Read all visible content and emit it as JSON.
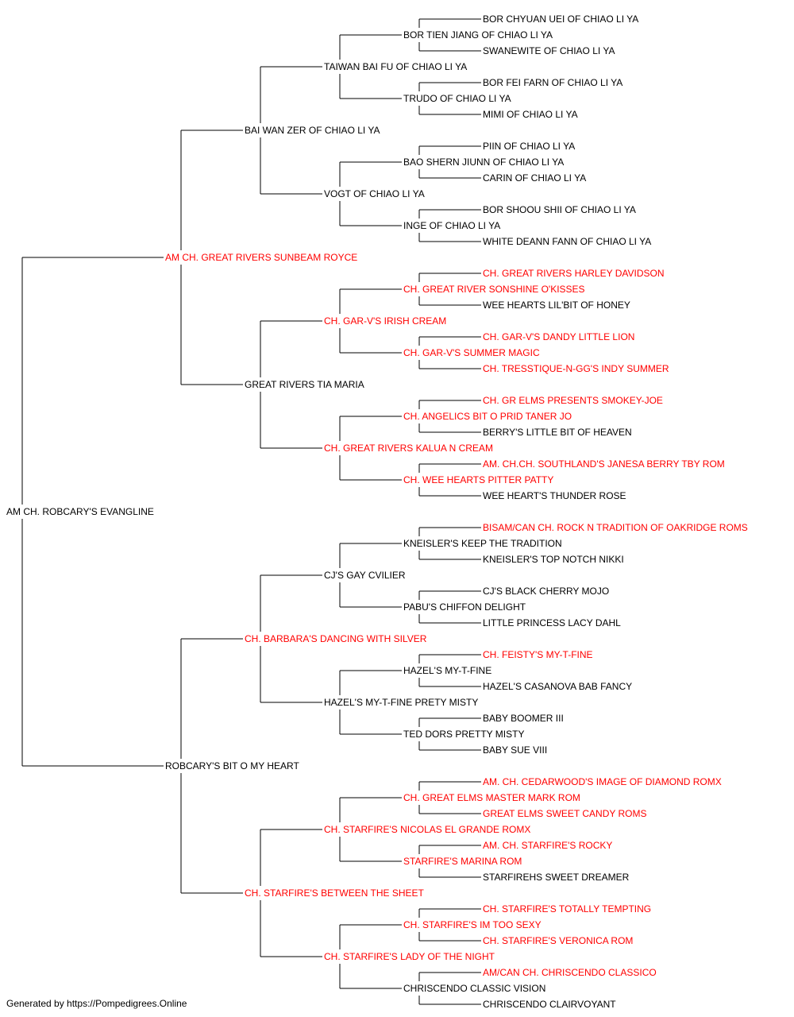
{
  "colors": {
    "champion": "#ff0000",
    "normal": "#000000",
    "line": "#000000"
  },
  "pedigree": [
    {
      "id": 1,
      "name": "AM CH. ROBCARY'S EVANGLINE",
      "champion": false
    },
    {
      "id": 2,
      "name": "AM CH. GREAT RIVERS SUNBEAM ROYCE",
      "champion": true
    },
    {
      "id": 3,
      "name": "ROBCARY'S BIT O MY HEART",
      "champion": false
    },
    {
      "id": 4,
      "name": "BAI WAN ZER OF CHIAO LI YA",
      "champion": false
    },
    {
      "id": 5,
      "name": "GREAT RIVERS TIA MARIA",
      "champion": false
    },
    {
      "id": 6,
      "name": "CH. BARBARA'S DANCING WITH SILVER",
      "champion": true
    },
    {
      "id": 7,
      "name": "CH. STARFIRE'S BETWEEN THE SHEET",
      "champion": true
    },
    {
      "id": 8,
      "name": "TAIWAN BAI FU OF CHIAO LI YA",
      "champion": false
    },
    {
      "id": 9,
      "name": "VOGT OF CHIAO LI YA",
      "champion": false
    },
    {
      "id": 10,
      "name": "CH. GAR-V'S IRISH CREAM",
      "champion": true
    },
    {
      "id": 11,
      "name": "CH. GREAT RIVERS KALUA N CREAM",
      "champion": true
    },
    {
      "id": 12,
      "name": "CJ'S GAY CVILIER",
      "champion": false
    },
    {
      "id": 13,
      "name": "HAZEL'S MY-T-FINE PRETY MISTY",
      "champion": false
    },
    {
      "id": 14,
      "name": "CH. STARFIRE'S NICOLAS EL GRANDE ROMX",
      "champion": true
    },
    {
      "id": 15,
      "name": "CH. STARFIRE'S LADY OF THE NIGHT",
      "champion": true
    },
    {
      "id": 16,
      "name": "BOR TIEN JIANG OF CHIAO LI YA",
      "champion": false
    },
    {
      "id": 17,
      "name": "TRUDO OF CHIAO LI YA",
      "champion": false
    },
    {
      "id": 18,
      "name": "BAO SHERN JIUNN OF CHIAO LI YA",
      "champion": false
    },
    {
      "id": 19,
      "name": "INGE OF CHIAO LI YA",
      "champion": false
    },
    {
      "id": 20,
      "name": "CH. GREAT RIVER SONSHINE O'KISSES",
      "champion": true
    },
    {
      "id": 21,
      "name": "CH. GAR-V'S SUMMER MAGIC",
      "champion": true
    },
    {
      "id": 22,
      "name": "CH. ANGELICS BIT O PRID TANER JO",
      "champion": true
    },
    {
      "id": 23,
      "name": "CH. WEE HEARTS PITTER PATTY",
      "champion": true
    },
    {
      "id": 24,
      "name": "KNEISLER'S KEEP THE TRADITION",
      "champion": false
    },
    {
      "id": 25,
      "name": "PABU'S CHIFFON DELIGHT",
      "champion": false
    },
    {
      "id": 26,
      "name": "HAZEL'S MY-T-FINE",
      "champion": false
    },
    {
      "id": 27,
      "name": "TED DORS PRETTY MISTY",
      "champion": false
    },
    {
      "id": 28,
      "name": "CH. GREAT ELMS MASTER MARK ROM",
      "champion": true
    },
    {
      "id": 29,
      "name": "STARFIRE'S MARINA ROM",
      "champion": true
    },
    {
      "id": 30,
      "name": "CH. STARFIRE'S IM TOO SEXY",
      "champion": true
    },
    {
      "id": 31,
      "name": "CHRISCENDO CLASSIC VISION",
      "champion": false
    },
    {
      "id": 32,
      "name": "BOR CHYUAN UEI OF CHIAO LI YA",
      "champion": false
    },
    {
      "id": 33,
      "name": "SWANEWITE OF CHIAO LI YA",
      "champion": false
    },
    {
      "id": 34,
      "name": "BOR FEI FARN OF CHIAO LI YA",
      "champion": false
    },
    {
      "id": 35,
      "name": "MIMI OF CHIAO LI YA",
      "champion": false
    },
    {
      "id": 36,
      "name": "PIIN OF CHIAO LI YA",
      "champion": false
    },
    {
      "id": 37,
      "name": "CARIN OF CHIAO LI YA",
      "champion": false
    },
    {
      "id": 38,
      "name": "BOR SHOOU SHII OF CHIAO LI YA",
      "champion": false
    },
    {
      "id": 39,
      "name": "WHITE DEANN FANN OF CHIAO LI YA",
      "champion": false
    },
    {
      "id": 40,
      "name": "CH. GREAT RIVERS HARLEY DAVIDSON",
      "champion": true
    },
    {
      "id": 41,
      "name": "WEE HEARTS LIL'BIT OF HONEY",
      "champion": false
    },
    {
      "id": 42,
      "name": "CH. GAR-V'S DANDY LITTLE LION",
      "champion": true
    },
    {
      "id": 43,
      "name": "CH. TRESSTIQUE-N-GG'S INDY SUMMER",
      "champion": true
    },
    {
      "id": 44,
      "name": "CH. GR ELMS PRESENTS SMOKEY-JOE",
      "champion": true
    },
    {
      "id": 45,
      "name": "BERRY'S LITTLE BIT OF HEAVEN",
      "champion": false
    },
    {
      "id": 46,
      "name": "AM. CH.CH. SOUTHLAND'S JANESA BERRY TBY ROM",
      "champion": true
    },
    {
      "id": 47,
      "name": "WEE HEART'S THUNDER ROSE",
      "champion": false
    },
    {
      "id": 48,
      "name": "BISAM/CAN CH. ROCK N TRADITION OF OAKRIDGE ROMS",
      "champion": true
    },
    {
      "id": 49,
      "name": "KNEISLER'S TOP NOTCH NIKKI",
      "champion": false
    },
    {
      "id": 50,
      "name": "CJ'S BLACK CHERRY MOJO",
      "champion": false
    },
    {
      "id": 51,
      "name": "LITTLE PRINCESS LACY DAHL",
      "champion": false
    },
    {
      "id": 52,
      "name": "CH. FEISTY'S MY-T-FINE",
      "champion": true
    },
    {
      "id": 53,
      "name": "HAZEL'S CASANOVA BAB FANCY",
      "champion": false
    },
    {
      "id": 54,
      "name": "BABY BOOMER III",
      "champion": false
    },
    {
      "id": 55,
      "name": "BABY SUE VIII",
      "champion": false
    },
    {
      "id": 56,
      "name": "AM. CH. CEDARWOOD'S IMAGE OF DIAMOND ROMX",
      "champion": true
    },
    {
      "id": 57,
      "name": "GREAT ELMS SWEET CANDY ROMS",
      "champion": true
    },
    {
      "id": 58,
      "name": "AM. CH. STARFIRE'S ROCKY",
      "champion": true
    },
    {
      "id": 59,
      "name": "STARFIREHS SWEET DREAMER",
      "champion": false
    },
    {
      "id": 60,
      "name": "CH. STARFIRE'S TOTALLY TEMPTING",
      "champion": true
    },
    {
      "id": 61,
      "name": "CH. STARFIRE'S VERONICA ROM",
      "champion": true
    },
    {
      "id": 62,
      "name": "AM/CAN CH. CHRISCENDO CLASSICO",
      "champion": true
    },
    {
      "id": 63,
      "name": "CHRISCENDO CLAIRVOYANT",
      "champion": false
    }
  ],
  "footer": {
    "text": "Generated by https://Pompedigrees.Online"
  }
}
